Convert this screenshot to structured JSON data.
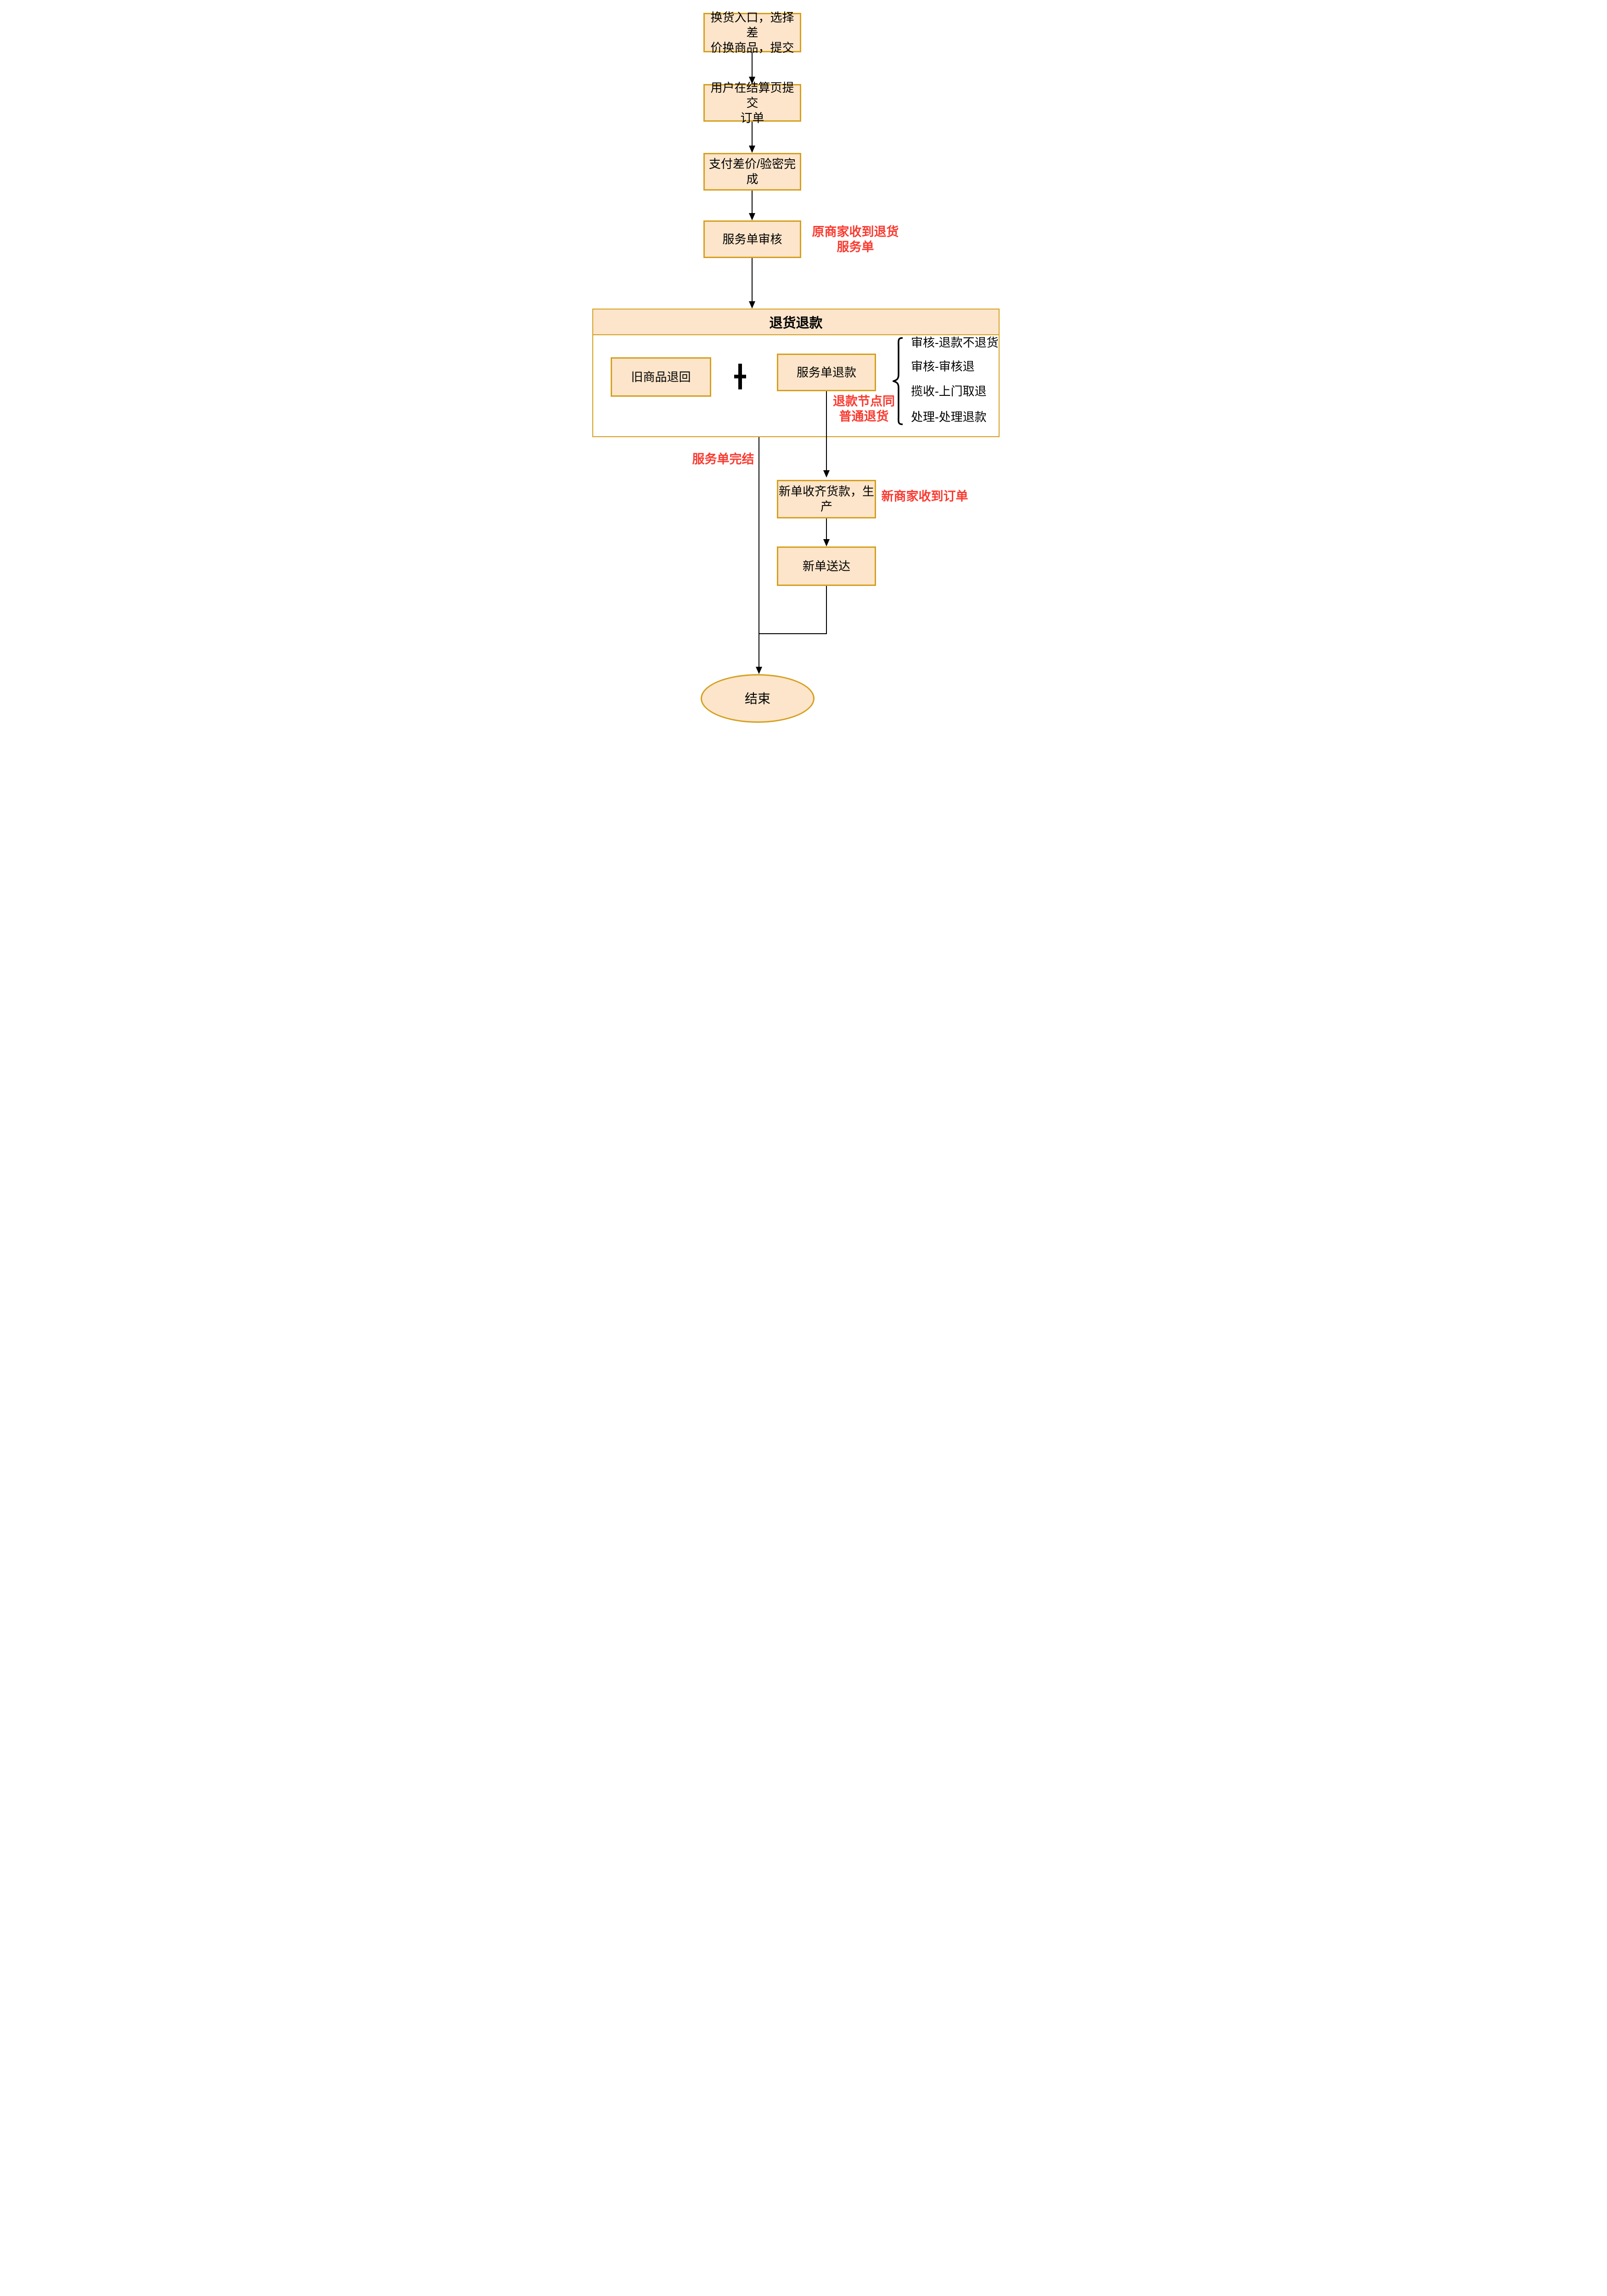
{
  "nodes": {
    "entry": {
      "label": "换货入口，选择差\n价换商品，提交"
    },
    "checkout": {
      "label": "用户在结算页提交\n订单"
    },
    "pay": {
      "label": "支付差价/验密完\n成"
    },
    "audit": {
      "label": "服务单审核"
    },
    "new_order": {
      "label": "新单收齐货款，生\n产"
    },
    "delivery": {
      "label": "新单送达"
    },
    "end": {
      "label": "结束"
    }
  },
  "group": {
    "title": "退货退款",
    "old_item_return": "旧商品退回",
    "plus_sign": "+",
    "service_refund": "服务单退款",
    "stages": [
      "审核-退款不退货",
      "审核-审核退",
      "揽收-上门取退",
      "处理-处理退款"
    ]
  },
  "annotations": {
    "audit_note": "原商家收到退货\n服务单",
    "refund_note": "退款节点同\n普通退货",
    "finish_note": "服务单完结",
    "new_merchant_note": "新商家收到订单"
  },
  "colors": {
    "node-fill": "#FCE5CA",
    "node-border": "#D5A021",
    "line": "#000000",
    "red": "#F93B31",
    "text": "#000000"
  }
}
